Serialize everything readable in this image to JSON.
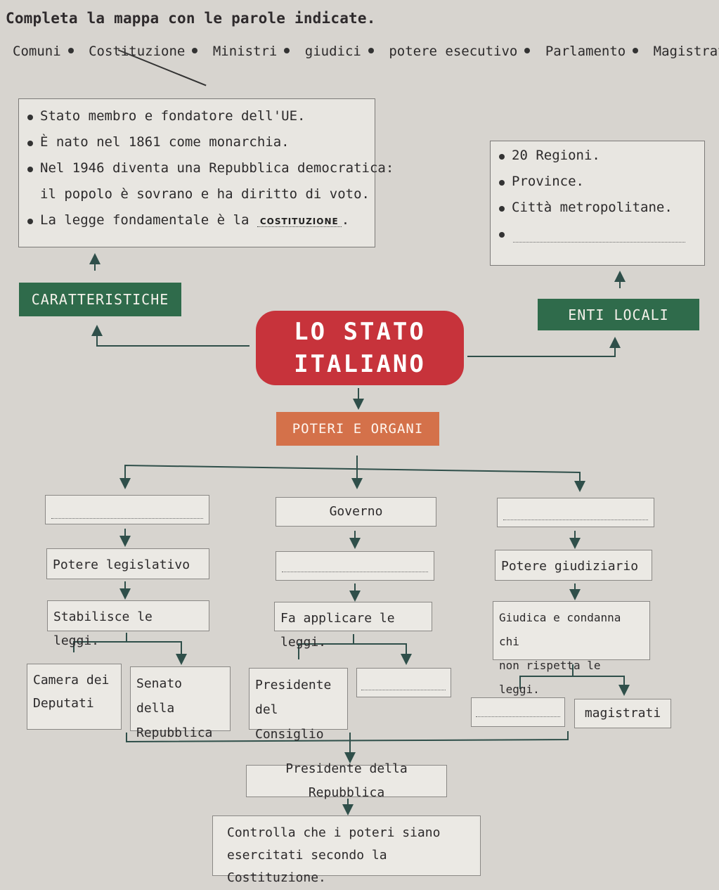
{
  "title": "Completa la mappa con le parole indicate.",
  "word_bank": [
    "Comuni",
    "Costituzione",
    "Ministri",
    "giudici",
    "potere esecutivo",
    "Parlamento",
    "Magistratura"
  ],
  "caratteristiche": {
    "label": "CARATTERISTICHE",
    "items": [
      "Stato membro e fondatore dell'UE.",
      "È nato nel 1861 come monarchia.",
      "Nel 1946 diventa una Repubblica democratica:",
      "il popolo è sovrano e ha diritto di voto.",
      "La legge fondamentale è la"
    ],
    "answer": "COSTITUZIONE"
  },
  "enti_locali": {
    "label": "ENTI LOCALI",
    "items": [
      "20 Regioni.",
      "Province.",
      "Città metropolitane."
    ]
  },
  "center": {
    "line1": "LO STATO",
    "line2": "ITALIANO"
  },
  "poteri": {
    "label": "POTERI E ORGANI",
    "governo": "Governo",
    "potere_legislativo": "Potere legislativo",
    "potere_giudiziario": "Potere giudiziario",
    "stabilisce": "Stabilisce le leggi.",
    "fa_applicare": "Fa applicare le leggi.",
    "giudica_1": "Giudica e condanna chi",
    "giudica_2": "non rispetta le leggi.",
    "camera_1": "Camera dei",
    "camera_2": "Deputati",
    "senato_1": "Senato della",
    "senato_2": "Repubblica",
    "presidente_consiglio_1": "Presidente",
    "presidente_consiglio_2": "del Consiglio",
    "magistrati": "magistrati",
    "presidente_repubblica": "Presidente della Repubblica",
    "controlla_1": "Controlla che i poteri siano",
    "controlla_2": "esercitati secondo la Costituzione."
  },
  "colors": {
    "green": "#2f6b4b",
    "red": "#c7333b",
    "orange": "#d4714a",
    "background": "#d7d4cf"
  }
}
